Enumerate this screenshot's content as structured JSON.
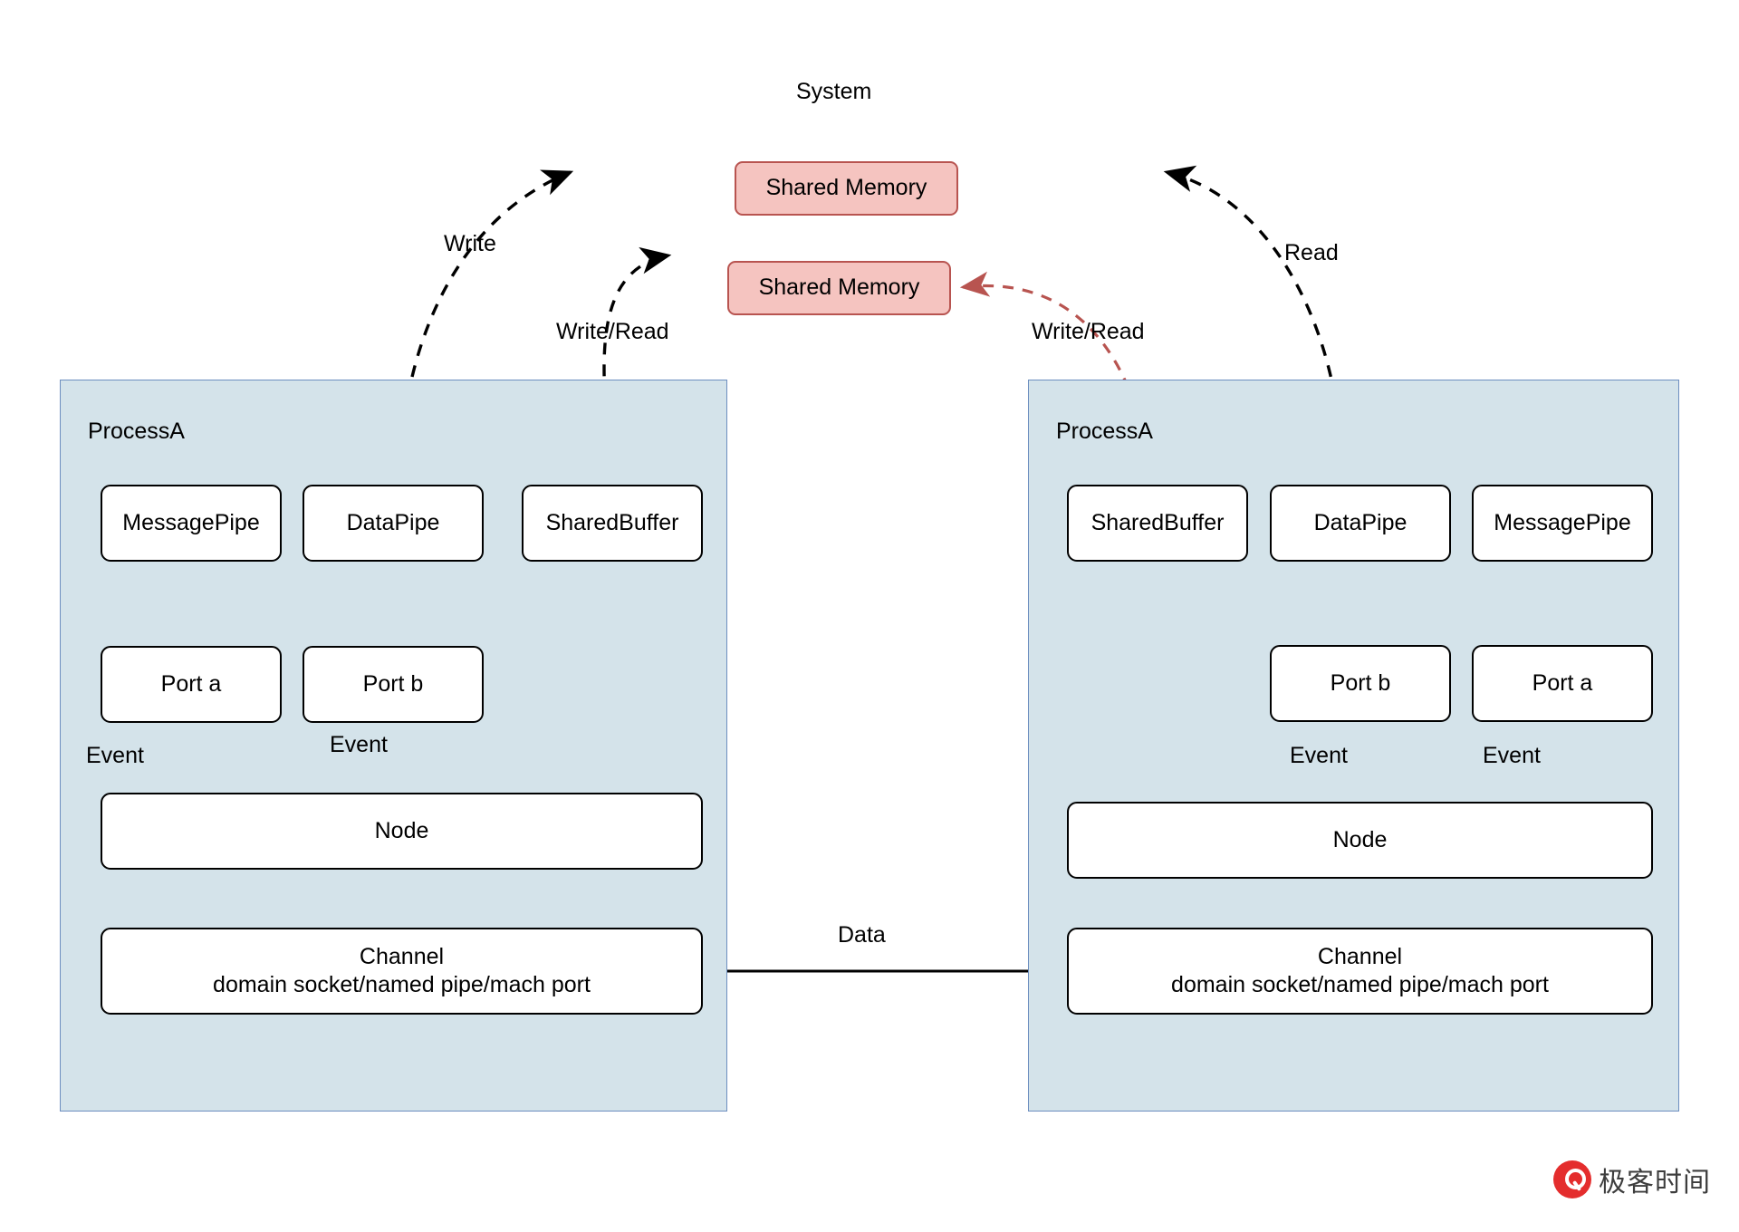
{
  "diagram": {
    "system_label": "System",
    "data_label": "Data",
    "shared_memory_boxes": [
      {
        "label": "Shared Memory"
      },
      {
        "label": "Shared Memory"
      }
    ],
    "edge_labels": {
      "write": "Write",
      "read": "Read",
      "write_read_left": "Write/Read",
      "write_read_right": "Write/Read",
      "event": "Event"
    },
    "processes": [
      {
        "name": "ProcessA",
        "pipes": [
          {
            "label": "MessagePipe"
          },
          {
            "label": "DataPipe"
          },
          {
            "label": "SharedBuffer"
          }
        ],
        "ports": [
          {
            "label": "Port a"
          },
          {
            "label": "Port b"
          }
        ],
        "event_labels": [
          "Event",
          "Event"
        ],
        "node": {
          "label": "Node"
        },
        "channel": {
          "line1": "Channel",
          "line2": "domain socket/named pipe/mach port"
        }
      },
      {
        "name": "ProcessA",
        "pipes": [
          {
            "label": "SharedBuffer"
          },
          {
            "label": "DataPipe"
          },
          {
            "label": "MessagePipe"
          }
        ],
        "ports": [
          {
            "label": "Port b"
          },
          {
            "label": "Port a"
          }
        ],
        "event_labels": [
          "Event",
          "Event"
        ],
        "node": {
          "label": "Node"
        },
        "channel": {
          "line1": "Channel",
          "line2": "domain socket/named pipe/mach port"
        }
      }
    ],
    "watermark": {
      "text": "极客时间"
    },
    "colors": {
      "process_fill": "#d4e3ea",
      "process_border": "#6c8ebf",
      "memory_fill": "#f5c4c0",
      "memory_border": "#b85450",
      "box_fill": "#ffffff",
      "box_border": "#000000",
      "red_edge": "#b85450",
      "black_edge": "#000000"
    }
  }
}
